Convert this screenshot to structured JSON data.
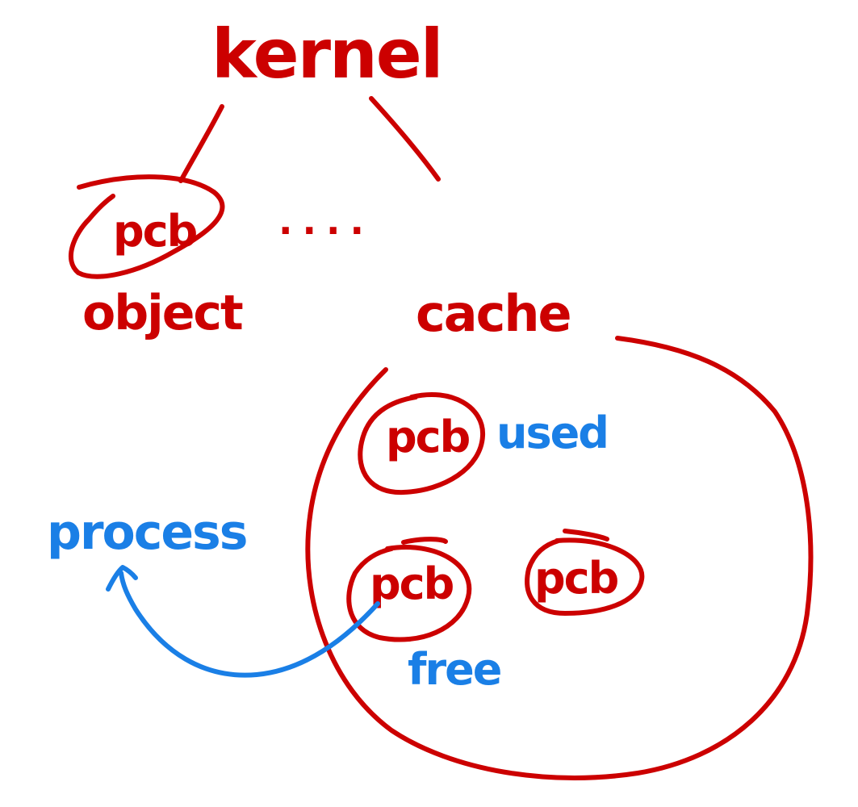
{
  "labels": {
    "root": "kernel",
    "object_pcb": "pcb",
    "object_caption": "object",
    "ellipsis": ". . . .",
    "cache_caption": "cache",
    "used_pcb": "pcb",
    "used_tag": "used",
    "free_pcb": "pcb",
    "free_tag": "free",
    "other_pcb": "pcb",
    "process_tag": "process"
  },
  "colors": {
    "red_ink": "#cc0000",
    "blue_ink": "#1a7fe6"
  }
}
